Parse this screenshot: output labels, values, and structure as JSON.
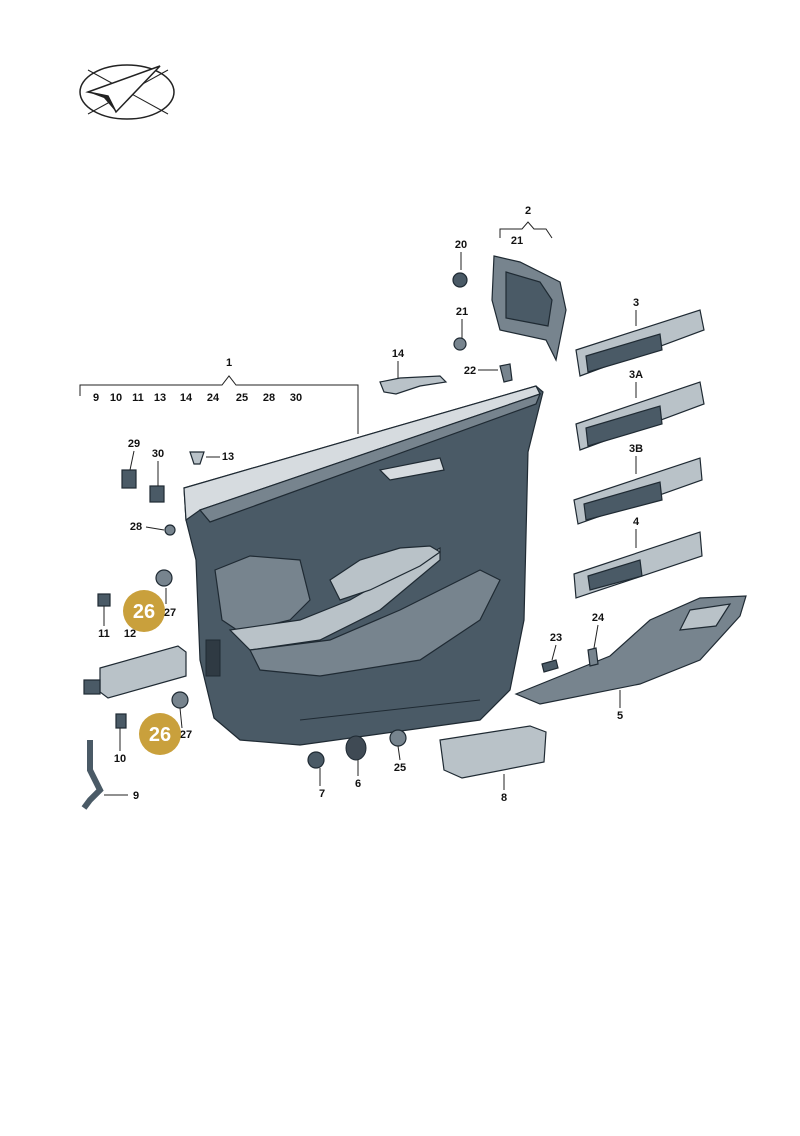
{
  "diagram": {
    "colors": {
      "badge": "#c9a03c",
      "part_dark": "#4a5a66",
      "part_mid": "#77848e",
      "part_light": "#b9c2c8",
      "line": "#222222"
    },
    "logo": {
      "icon": "check-arrow-logo-icon"
    },
    "group_1": {
      "label": "1",
      "sub_labels": [
        "9",
        "10",
        "11",
        "13",
        "14",
        "24",
        "25",
        "28",
        "30"
      ]
    },
    "group_2": {
      "label": "2",
      "sub_label": "21"
    },
    "callouts": {
      "p3": "3",
      "p3a": "3A",
      "p3b": "3B",
      "p4": "4",
      "p5": "5",
      "p6": "6",
      "p7": "7",
      "p8": "8",
      "p9": "9",
      "p10": "10",
      "p11": "11",
      "p12": "12",
      "p13": "13",
      "p14": "14",
      "p20": "20",
      "p21": "21",
      "p22": "22",
      "p23": "23",
      "p24": "24",
      "p25": "25",
      "p27a": "27",
      "p27b": "27",
      "p28": "28",
      "p29": "29",
      "p30": "30"
    },
    "badges": [
      "26",
      "26"
    ]
  }
}
